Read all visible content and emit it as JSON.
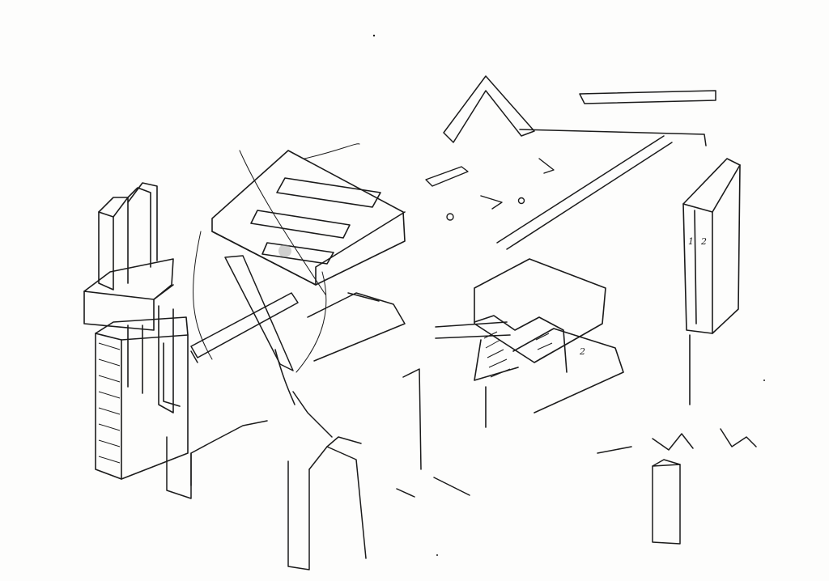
{
  "sketch": {
    "ink_color": "#1b1b1b",
    "paper_color": "#fdfdfc",
    "shade_color": "#9a9a9a",
    "annotations": [
      "1",
      "2",
      "2"
    ]
  }
}
